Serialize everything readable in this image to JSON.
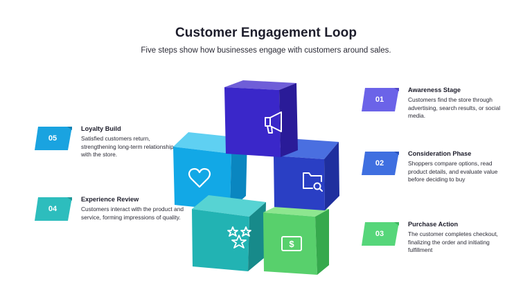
{
  "title": "Customer Engagement Loop",
  "subtitle": "Five steps show how businesses engage with customers around sales.",
  "steps": [
    {
      "num": "01",
      "title": "Awareness Stage",
      "desc": "Customers find the store through advertising, search results, or social media.",
      "color": "#6b63e8",
      "icon": "megaphone-icon"
    },
    {
      "num": "02",
      "title": "Consideration Phase",
      "desc": "Shoppers compare options, read product details, and evaluate value before deciding to buy",
      "color": "#3f6fe0",
      "icon": "folder-search-icon"
    },
    {
      "num": "03",
      "title": "Purchase Action",
      "desc": "The customer completes checkout, finalizing the order and initiating fulfillment",
      "color": "#56d67a",
      "icon": "dollar-bill-icon"
    },
    {
      "num": "04",
      "title": "Experience Review",
      "desc": "Customers interact with the product and service, forming impressions of quality.",
      "color": "#2dbdbd",
      "icon": "stars-icon"
    },
    {
      "num": "05",
      "title": "Loyalty Build",
      "desc": "Satisfied customers return, strengthening long-term relationships with the store.",
      "color": "#1aa3e0",
      "icon": "heart-icon"
    }
  ]
}
